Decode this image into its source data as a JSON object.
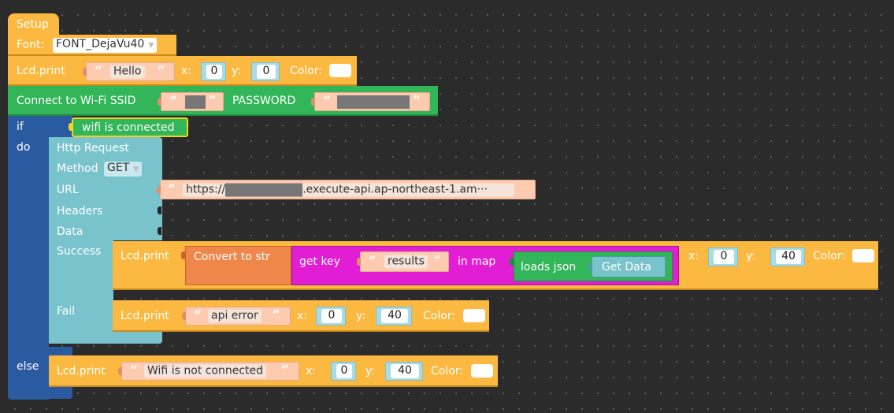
{
  "setup": {
    "hat_label": "Setup",
    "font_label": "Font:",
    "font_value": "FONT_DejaVu40"
  },
  "print_hello": {
    "label": "Lcd.print",
    "text": "Hello",
    "x_label": "x:",
    "x": "0",
    "y_label": "y:",
    "y": "0",
    "color_label": "Color:"
  },
  "wifi": {
    "label": "Connect to Wi-Fi SSID",
    "password_label": "PASSWORD"
  },
  "if_block": {
    "if_label": "if",
    "do_label": "do",
    "else_label": "else",
    "condition": "wifi is connected"
  },
  "http": {
    "title": "Http Request",
    "method_label": "Method",
    "method_value": "GET",
    "url_label": "URL",
    "url_prefix": "https://",
    "url_suffix": ".execute-api.ap-northeast-1.am···",
    "headers_label": "Headers",
    "data_label": "Data",
    "success_label": "Success",
    "fail_label": "Fail"
  },
  "print_success": {
    "label": "Lcd.print",
    "convert_label": "Convert to str",
    "getkey_label": "get key",
    "key": "results",
    "inmap_label": "in map",
    "loads_label": "loads json",
    "getdata_label": "Get Data",
    "x_label": "x:",
    "x": "0",
    "y_label": "y:",
    "y": "40",
    "color_label": "Color:"
  },
  "print_fail": {
    "label": "Lcd.print",
    "text": "api error",
    "x_label": "x:",
    "x": "0",
    "y_label": "y:",
    "y": "40",
    "color_label": "Color:"
  },
  "print_else": {
    "label": "Lcd.print",
    "text": "Wifi is not connected",
    "x_label": "x:",
    "x": "0",
    "y_label": "y:",
    "y": "40",
    "color_label": "Color:"
  },
  "colors": {
    "event_orange": "#fcb941",
    "wifi_green": "#33b55a",
    "logic_blue": "#2a5aa0",
    "http_teal": "#79c3cc",
    "text_peach": "#fdcbb0",
    "map_magenta": "#e21ed4",
    "convert_coral": "#f0874a"
  }
}
